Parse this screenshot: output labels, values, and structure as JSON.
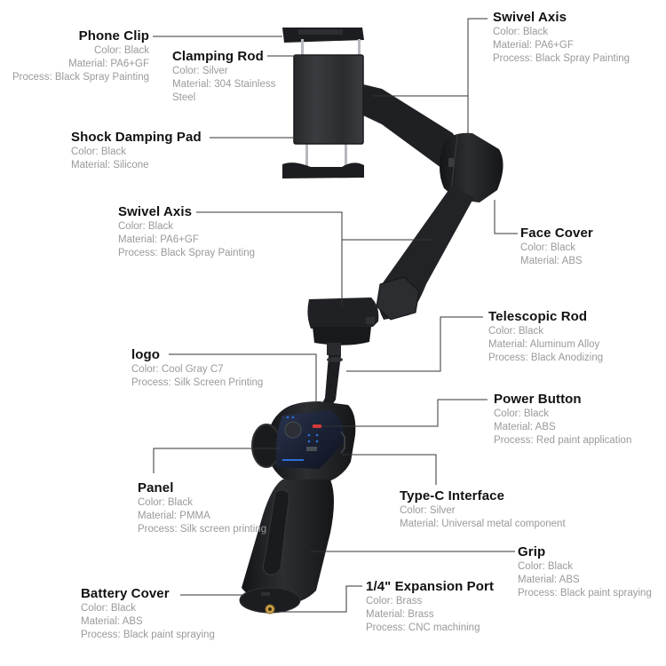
{
  "diagram": {
    "type": "product-component-callout",
    "subject": "3-axis handheld phone gimbal stabilizer",
    "colors": {
      "background": "#ffffff",
      "title_text": "#111111",
      "spec_text": "#9a9a9a",
      "leader_line": "#333333",
      "product_body": "#1e1f22",
      "rod_silver": "#b5b8bc",
      "port_brass": "#c9a24a",
      "panel_led_blue": "#2f6fd6",
      "power_button_red": "#d23a3a"
    }
  },
  "callouts": [
    {
      "id": "phone-clip",
      "title": "Phone Clip",
      "specs": [
        "Color: Black",
        "Material: PA6+GF",
        "Process: Black Spray Painting"
      ]
    },
    {
      "id": "clamping-rod",
      "title": "Clamping Rod",
      "specs": [
        "Color: Silver",
        "Material: 304 Stainless",
        "Steel"
      ]
    },
    {
      "id": "shock-damping-pad",
      "title": "Shock Damping Pad",
      "specs": [
        "Color: Black",
        "Material: Silicone"
      ]
    },
    {
      "id": "swivel-axis-top",
      "title": "Swivel Axis",
      "specs": [
        "Color: Black",
        "Material: PA6+GF",
        "Process: Black Spray Painting"
      ]
    },
    {
      "id": "swivel-axis-middle",
      "title": "Swivel Axis",
      "specs": [
        "Color: Black",
        "Material: PA6+GF",
        "Process: Black Spray Painting"
      ]
    },
    {
      "id": "face-cover",
      "title": "Face Cover",
      "specs": [
        "Color: Black",
        "Material: ABS"
      ]
    },
    {
      "id": "telescopic-rod",
      "title": "Telescopic Rod",
      "specs": [
        "Color: Black",
        "Material: Aluminum Alloy",
        "Process: Black Anodizing"
      ]
    },
    {
      "id": "logo",
      "title": "logo",
      "specs": [
        "Color: Cool Gray C7",
        "Process: Silk Screen Printing"
      ]
    },
    {
      "id": "power-button",
      "title": "Power Button",
      "specs": [
        "Color: Black",
        "Material: ABS",
        "Process: Red paint application"
      ]
    },
    {
      "id": "panel",
      "title": "Panel",
      "specs": [
        "Color: Black",
        "Material: PMMA",
        "Process: Silk screen printing"
      ]
    },
    {
      "id": "type-c-interface",
      "title": "Type-C Interface",
      "specs": [
        "Color: Silver",
        "Material: Universal metal component"
      ]
    },
    {
      "id": "grip",
      "title": "Grip",
      "specs": [
        "Color: Black",
        "Material: ABS",
        "Process: Black paint spraying"
      ]
    },
    {
      "id": "battery-cover",
      "title": "Battery Cover",
      "specs": [
        "Color: Black",
        "Material: ABS",
        "Process: Black paint spraying"
      ]
    },
    {
      "id": "expansion-port",
      "title": "1/4\" Expansion Port",
      "specs": [
        "Color: Brass",
        "Material: Brass",
        "Process: CNC machining"
      ]
    }
  ]
}
